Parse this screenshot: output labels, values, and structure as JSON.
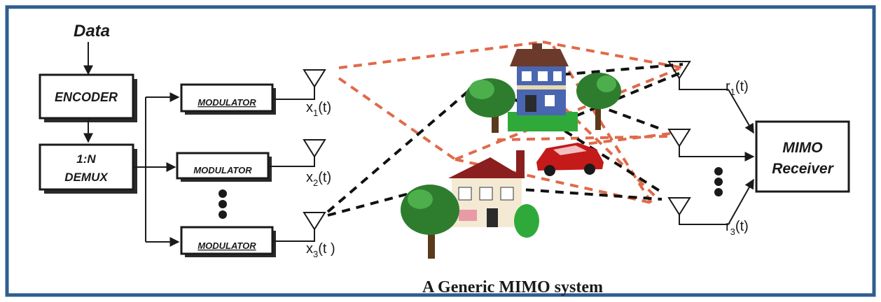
{
  "colors": {
    "frame": "#2f5d8f",
    "path_red": "#e06a4a",
    "path_black": "#111111"
  },
  "input_label": "Data",
  "blocks": {
    "encoder": "ENCODER",
    "demux_line1": "1:N",
    "demux_line2": "DEMUX",
    "modulator": "MODULATOR",
    "receiver_line1": "MIMO",
    "receiver_line2": "Receiver"
  },
  "tx_signals": [
    {
      "base": "x",
      "sub": "1",
      "arg": "(t)"
    },
    {
      "base": "x",
      "sub": "2",
      "arg": "(t)"
    },
    {
      "base": "x",
      "sub": "3",
      "arg": "(t )"
    }
  ],
  "rx_signals": [
    {
      "base": "r",
      "sub": "1",
      "arg": "(t)"
    },
    {
      "base": "r",
      "sub": "3",
      "arg": "(t)"
    }
  ],
  "caption": "A Generic MIMO system",
  "scene_icons": [
    "house-icon",
    "tree-icon",
    "car-icon",
    "antenna-icon"
  ]
}
